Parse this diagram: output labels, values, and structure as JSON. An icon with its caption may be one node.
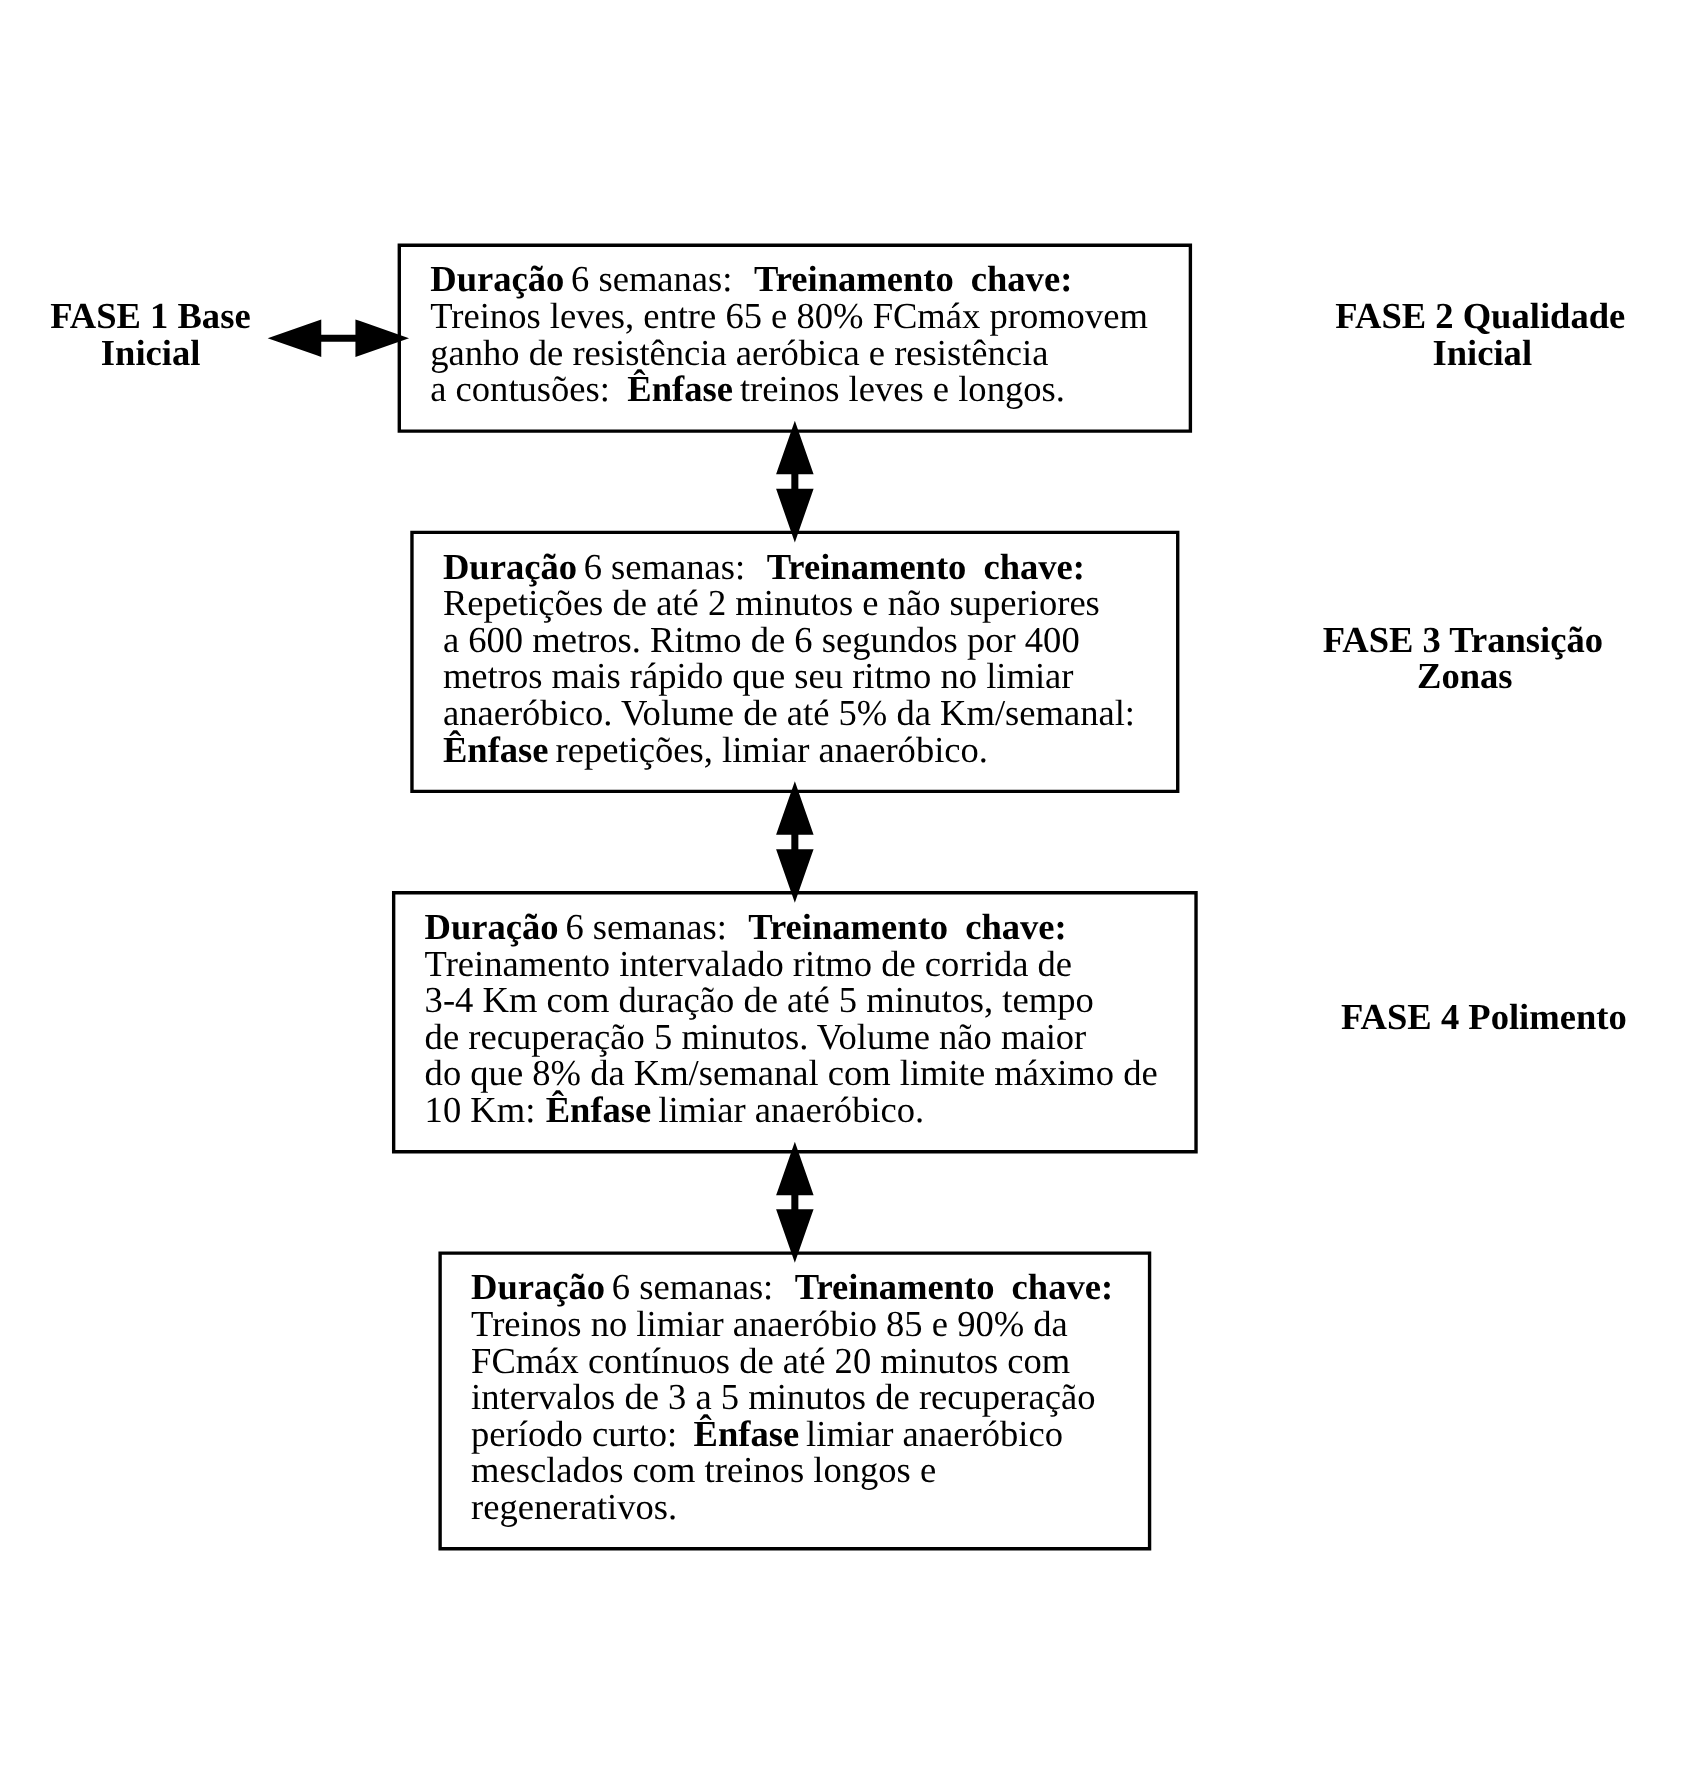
{
  "diagram": {
    "nodes": [
      {
        "text": [
          "FASE 1 Base Inicial"
        ]
      },
      {
        "text": [
          "**Duração** 6 semanas: **Treinamento chave:** Treinos leves, entre 65 e 80% FCmáx promovem ganho de resistência aeróbica e resistência a contusões: **Ênfase** treinos leves e longos."
        ]
      },
      {
        "text": [
          "FASE 2 Qualidade Inicial"
        ]
      },
      {
        "text": [
          "FASE 3 Transição Zonas"
        ]
      },
      {
        "text": [
          "**Duração** 6 semanas: **Treinamento chave:** Repetições de até 2 minutos e não superiores a 600 metros. Ritmo de 6 segundos por 400 metros mais rápido que seu ritmo no limiar anaeróbico. Volume de até 5% da Km/semanal: **Ênfase** repetições, limiar anaeróbico."
        ]
      },
      {
        "text": [
          "**Duração** 6 semanas: **Treinamento chave:** Treinamento intervalado ritmo de corrida de 3-4 Km com duração de até 5 minutos, tempo de recuperação 5 minutos. Volume não maior do que 8% da Km/semanal com limite máximo de 10 Km: **Ênfase** limiar anaeróbico."
        ]
      },
      {
        "text": [
          "FASE 4 Polimento"
        ]
      },
      {
        "text": [
          "**Duração** 6 semanas: **Treinamento chave:** Treinos no limiar anaeróbio 85 e 90% da FCmáx contínuos de até 20 minutos com intervalos de 3 a 5 minutos de recuperação período curto: **Ênfase** limiar anaeróbico mesclados com treinos longos e regenerativos."
        ]
      }
    ],
    "edges": [
      {
        "from": 0,
        "to": 1,
        "arrow": "both"
      },
      {
        "from": 1,
        "to": 4,
        "arrow": "both"
      },
      {
        "from": 4,
        "to": 5,
        "arrow": "both"
      },
      {
        "from": 5,
        "to": 7,
        "arrow": "both"
      }
    ]
  }
}
